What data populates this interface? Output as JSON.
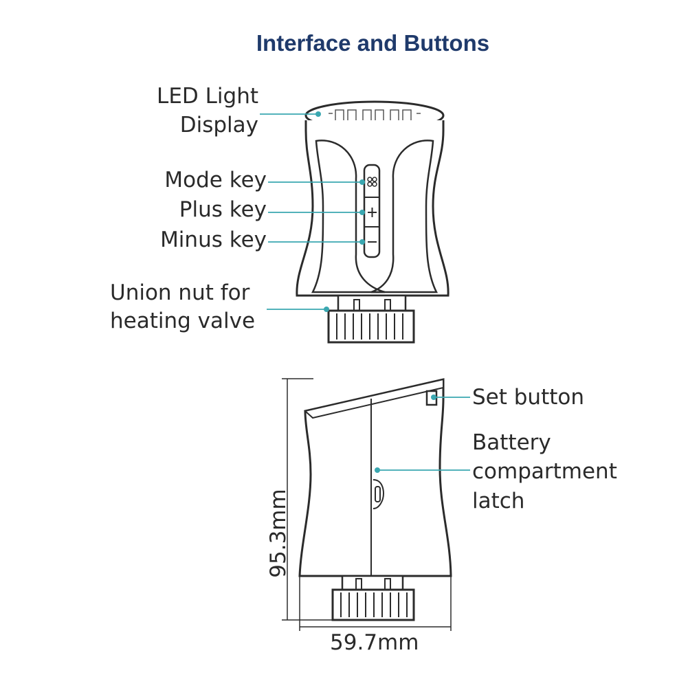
{
  "title": "Interface and Buttons",
  "labels": {
    "led_line1": "LED Light",
    "led_line2": "Display",
    "mode_key": "Mode key",
    "plus_key": "Plus key",
    "minus_key": "Minus key",
    "union_line1": "Union nut for",
    "union_line2": "heating valve",
    "set_button": "Set button",
    "battery_line1": "Battery",
    "battery_line2": "compartment",
    "battery_line3": "latch"
  },
  "dimensions": {
    "height": "95.3mm",
    "width": "59.7mm"
  },
  "colors": {
    "title": "#1f3a6b",
    "leader": "#3aa7b0",
    "outline": "#2b2b2b"
  }
}
